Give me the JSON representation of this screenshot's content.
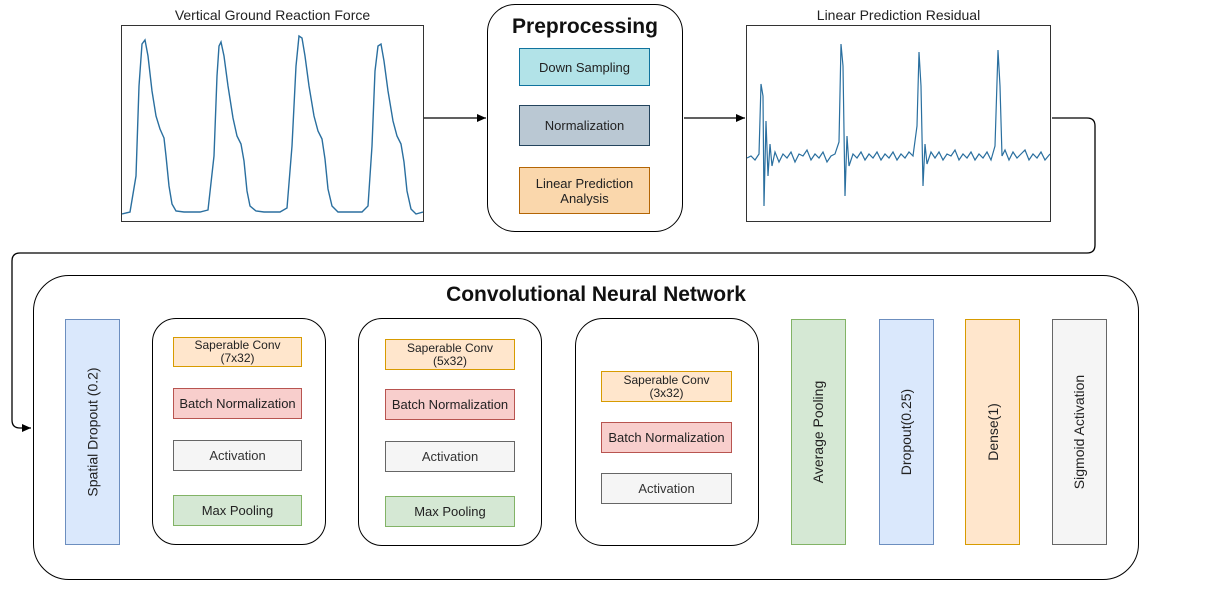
{
  "top": {
    "vgrf_title": "Vertical Ground Reaction Force",
    "lpr_title": "Linear Prediction Residual",
    "preprocessing": {
      "title": "Preprocessing",
      "steps": [
        "Down Sampling",
        "Normalization",
        "Linear Prediction Analysis"
      ]
    }
  },
  "cnn": {
    "title": "Convolutional Neural Network",
    "spatial_dropout": "Spatial Dropout (0.2)",
    "block1": {
      "conv_line1": "Saperable Conv",
      "conv_line2": "(7x32)",
      "batch_norm": "Batch Normalization",
      "activation": "Activation",
      "pooling": "Max Pooling"
    },
    "block2": {
      "conv_line1": "Saperable Conv",
      "conv_line2": "(5x32)",
      "batch_norm": "Batch Normalization",
      "activation": "Activation",
      "pooling": "Max Pooling"
    },
    "block3": {
      "conv_line1": "Saperable Conv",
      "conv_line2": "(3x32)",
      "batch_norm": "Batch Normalization",
      "activation": "Activation"
    },
    "average_pooling": "Average Pooling",
    "dropout": "Dropout(0.25)",
    "dense": "Dense(1)",
    "sigmoid": "Sigmoid Activation"
  }
}
